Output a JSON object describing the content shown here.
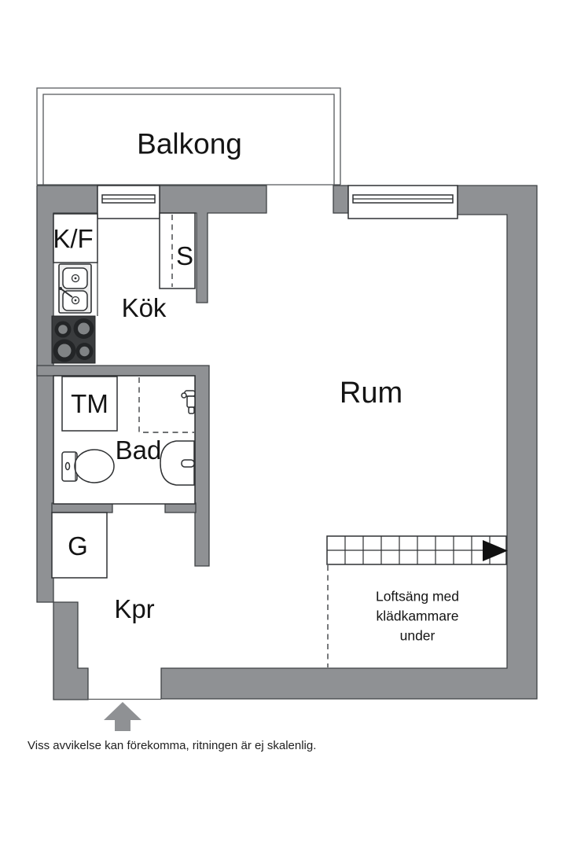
{
  "colors": {
    "wall_fill": "#8F9194",
    "wall_outline": "#3F4245",
    "stove_fill": "#3A3C3E",
    "text": "#141414",
    "entrance_arrow": "#8F9194",
    "stairs_arrow": "#111111",
    "background": "#FFFFFF"
  },
  "floorplan": {
    "rooms": {
      "balcony": "Balkong",
      "kitchen": "Kök",
      "room": "Rum",
      "bathroom": "Bad",
      "hallway": "Kpr"
    },
    "fixtures": {
      "fridge_freezer": "K/F",
      "closet": "S",
      "washing_machine": "TM",
      "wardrobe": "G"
    },
    "annotations": {
      "loft_line1": "Loftsäng med klädkammare",
      "loft_line2": "under",
      "disclaimer": "Viss avvikelse kan förekomma, ritningen är ej skalenlig."
    }
  }
}
